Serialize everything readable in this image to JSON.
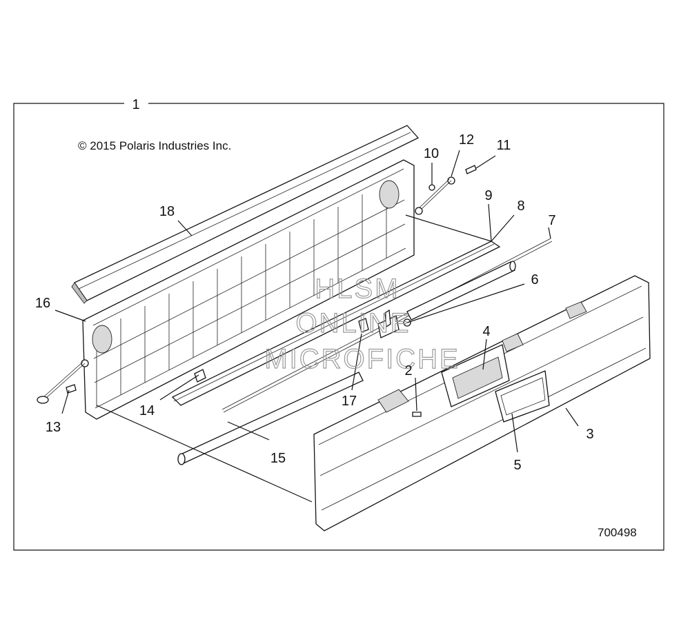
{
  "copyright": "© 2015 Polaris Industries Inc.",
  "diagram_number": "700498",
  "assembly_callout": "1",
  "watermark": [
    "HLSM",
    "ONLINE",
    "MICROFICHE"
  ],
  "callouts": [
    "2",
    "3",
    "4",
    "5",
    "6",
    "7",
    "8",
    "9",
    "10",
    "11",
    "12",
    "13",
    "14",
    "15",
    "16",
    "17",
    "18"
  ]
}
